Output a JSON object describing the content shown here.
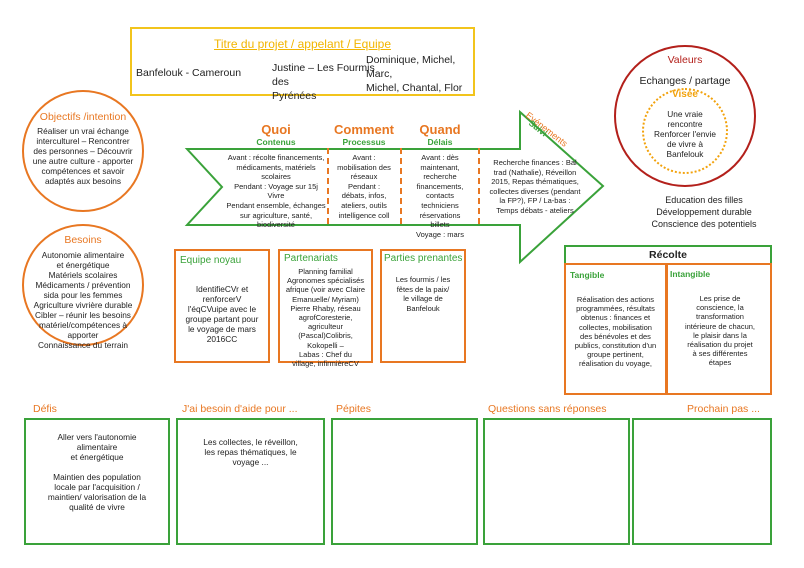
{
  "colors": {
    "title_border": "#f2c41c",
    "title_text": "#f2b500",
    "orange": "#e87722",
    "green": "#3aa23a",
    "dark_red": "#b3201b",
    "gray": "#999999"
  },
  "header": {
    "title": "Titre du projet / appelant / Equipe",
    "project": "Banfelouk - Cameroun",
    "contact": "Justine – Les Fourmis des\nPyrénées",
    "team": "Dominique, Michel, Marc,\nMichel, Chantal, Flor"
  },
  "objectifs": {
    "title": "Objectifs /intention",
    "text": "Réaliser un vrai échange\ninterculturel – Rencontrer\ndes personnes – Découvrir\nune autre culture - apporter\ncompétences et savoir\nadaptés aux besoins"
  },
  "besoins": {
    "title": "Besoins",
    "text": "Autonomie alimentaire\net énergétique\nMatériels scolaires\nMédicaments / prévention\nsida pour les femmes\nAgriculture vivrière durable\nCibler – réunir les besoins\nmatériel/compétences à\napporter\nConnaissance du terrain"
  },
  "arrow": {
    "quoi": {
      "title": "Quoi",
      "subtitle": "Contenus",
      "text": "Avant : récolte financements,\nmédicaments, matériels\nscolaires\nPendant : Voyage sur 15j Vivre\nPendant ensemble, échanges\nsur agriculture, santé,\nbiodiversité"
    },
    "comment": {
      "title": "Comment",
      "subtitle": "Processus",
      "text": "Avant :\nmobilisation des\nréseaux\nPendant :\ndébats, infos,\nateliers, outils\nintelligence coll"
    },
    "quand": {
      "title": "Quand",
      "subtitle": "Délais",
      "text": "Avant : dès\nmaintenant,\nrecherche\nfinancements,\ncontacts\ntechniciens\nréservations\nbillets\nVoyage : mars"
    },
    "evenements": {
      "line1": "Evénements",
      "line2": "Suivi",
      "text": "Recherche finances : Bal\ntrad (Nathalie), Réveillon\n2015, Repas thématiques,\ncollectes diverses (pendant\nla FP?), FP / La-bas :\nTemps débats - ateliers"
    }
  },
  "valeurs": {
    "title": "Valeurs",
    "echanges": "Echanges / partage",
    "visee": "Visée",
    "visee_text": "Une vraie\nrencontre\nRenforcer l'envie\nde vivre à\nBanfelouk",
    "extra": "Education des filles\nDéveloppement durable\nConscience des potentiels"
  },
  "equipe": {
    "title": "Equipe noyau",
    "text": "IdentifieCVr et\nrenforcerV\nl'éqCVuipe avec le\ngroupe partant pour\nle voyage de mars\n2016CC"
  },
  "partenariats": {
    "title": "Partenariats",
    "text": "Planning familial\nAgronomes spécialisés\nafrique (voir avec Claire\nEmanuelle/ Myriam)\nPierre Rhaby, réseau\nagrofCoresterie,\nagriculteur\n(Pascal)Colibris,\nKokopelli –\nLabas : Chef du\nvillage, infirmièreCV"
  },
  "parties": {
    "title": "Parties prenantes",
    "text": "Les fourmis / les\nfêtes de la paix/\nle village de\nBanfelouk"
  },
  "recolte": {
    "title": "Récolte",
    "tangible": {
      "title": "Tangible",
      "text": "Réalisation des actions\nprogrammées, résultats\nobtenus : finances et\ncollectes, mobilisation\ndes bénévoles et des\npublics, constitution d'un\ngroupe pertinent,\nréalisation du voyage,"
    },
    "intangible": {
      "title": "Intangible",
      "text": "Les prise de\nconscience, la\ntransformation\nintérieure de chacun,\nle plaisir dans la\nréalisation du projet\nà ses différentes\nétapes"
    }
  },
  "bottom": {
    "defis": {
      "title": "Défis",
      "text": "Aller vers l'autonomie\nalimentaire\net énergétique\n\nMaintien des population\nlocale par l'acquisition /\nmaintien/ valorisation de la\nqualité de vivre"
    },
    "aide": {
      "title": "J'ai besoin d'aide pour ...",
      "text": "Les collectes, le réveillon,\nles repas thématiques, le\nvoyage ..."
    },
    "pepites": {
      "title": "Pépites",
      "text": ""
    },
    "questions": {
      "title": "Questions sans réponses",
      "text": ""
    },
    "prochain": {
      "title": "Prochain pas ...",
      "text": ""
    }
  }
}
